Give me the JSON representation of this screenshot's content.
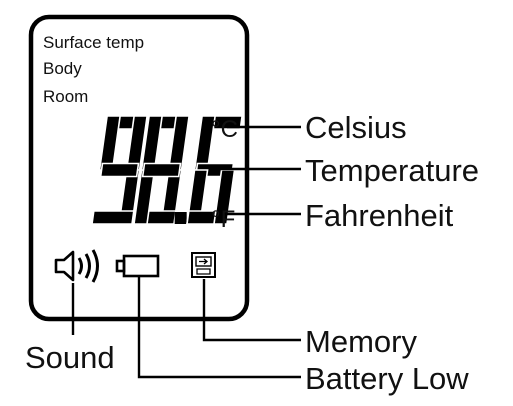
{
  "display": {
    "modes": [
      "Surface temp",
      "Body",
      "Room"
    ],
    "reading": "98.6",
    "unit_celsius": "°C",
    "unit_fahrenheit": "°F"
  },
  "callouts": {
    "celsius": "Celsius",
    "temperature": "Temperature",
    "fahrenheit": "Fahrenheit",
    "memory": "Memory",
    "sound": "Sound",
    "battery_low": "Battery Low"
  },
  "icons": {
    "sound": "speaker-with-sound-waves",
    "battery": "battery-low",
    "memory": "memory-card"
  }
}
